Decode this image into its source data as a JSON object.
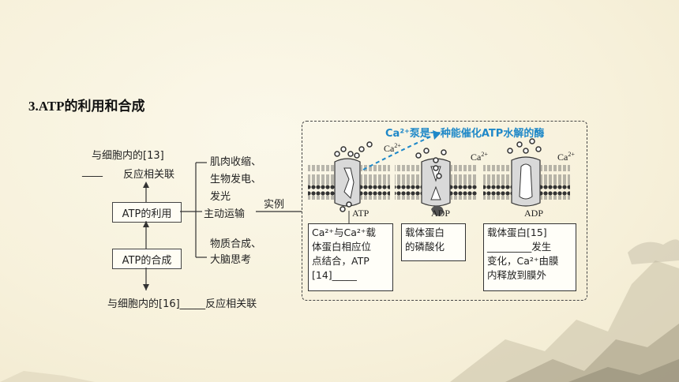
{
  "title": "3.ATP的利用和合成",
  "left": {
    "top_relation_line1": "与细胞内的[13]",
    "top_relation_line2": "反应相关联",
    "atp_use_box": "ATP的利用",
    "atp_synthesis_box": "ATP的合成",
    "uses": [
      "肌肉收缩、",
      "生物发电、",
      "发光"
    ],
    "active_transport": "主动运输",
    "example": "实例",
    "uses2": [
      "物质合成、",
      "大脑思考"
    ],
    "bottom_relation": "与细胞内的[16]_____反应相关联"
  },
  "diagram": {
    "enzyme_caption": "Ca²⁺泵是一种能催化ATP水解的酶",
    "ion": "Ca",
    "ion_charge": "2+",
    "step_labels": [
      "ATP",
      "ADP",
      "ADP"
    ],
    "note1": [
      "Ca²⁺与Ca²⁺载",
      "体蛋白相应位",
      "点结合，ATP",
      "[14]_____"
    ],
    "note2": [
      "载体蛋白",
      "的磷酸化"
    ],
    "note3": [
      "载体蛋白[15]",
      "_________发生",
      "变化，Ca²⁺由膜",
      "内释放到膜外"
    ]
  },
  "colors": {
    "accent_blue": "#1e88c8",
    "background": "#f8f3df"
  }
}
